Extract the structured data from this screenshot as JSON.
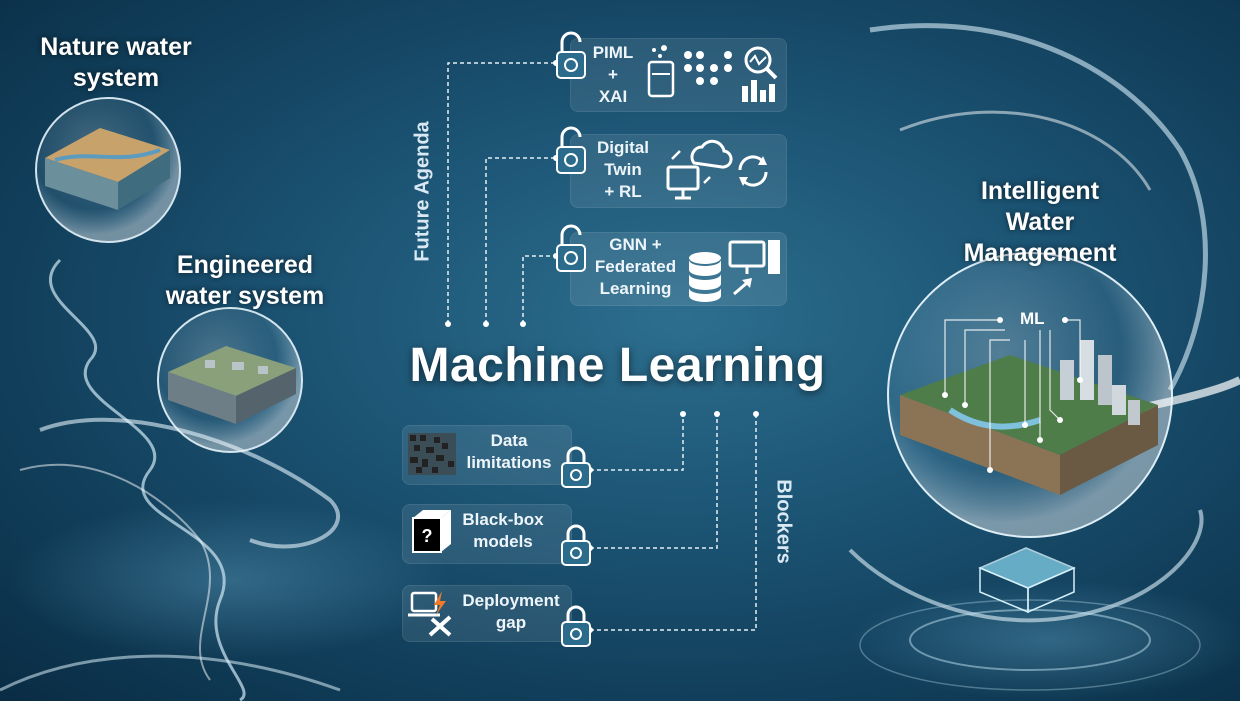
{
  "left": {
    "nature_title": "Nature water\nsystem",
    "engineered_title": "Engineered\nwater system"
  },
  "center": {
    "main_title": "Machine Learning",
    "future_label": "Future Agenda",
    "blockers_label": "Blockers"
  },
  "future_items": [
    {
      "label": "PIML\n+\nXAI",
      "icons": [
        "lock-icon",
        "beaker-icon",
        "dots-icon",
        "chart-magnifier-icon"
      ]
    },
    {
      "label": "Digital\nTwin\n+ RL",
      "icons": [
        "lock-icon",
        "cloud-monitor-icon",
        "cycle-icon"
      ]
    },
    {
      "label": "GNN +\nFederated\nLearning",
      "icons": [
        "lock-icon",
        "database-icon",
        "computer-icon"
      ]
    }
  ],
  "blockers": [
    {
      "label": "Data\nlimitations",
      "icons": [
        "pixel-noise-icon",
        "lock-icon"
      ]
    },
    {
      "label": "Black-box\nmodels",
      "icons": [
        "question-box-icon",
        "lock-icon"
      ]
    },
    {
      "label": "Deployment\ngap",
      "icons": [
        "laptop-tools-icon",
        "lock-icon"
      ]
    }
  ],
  "right": {
    "title": "Intelligent\nWater\nManagement",
    "ml_label": "ML"
  },
  "colors": {
    "background": "#1d5676",
    "dashed_line": "#e6eef4",
    "card_bg": "rgba(255,255,255,0.09)"
  }
}
